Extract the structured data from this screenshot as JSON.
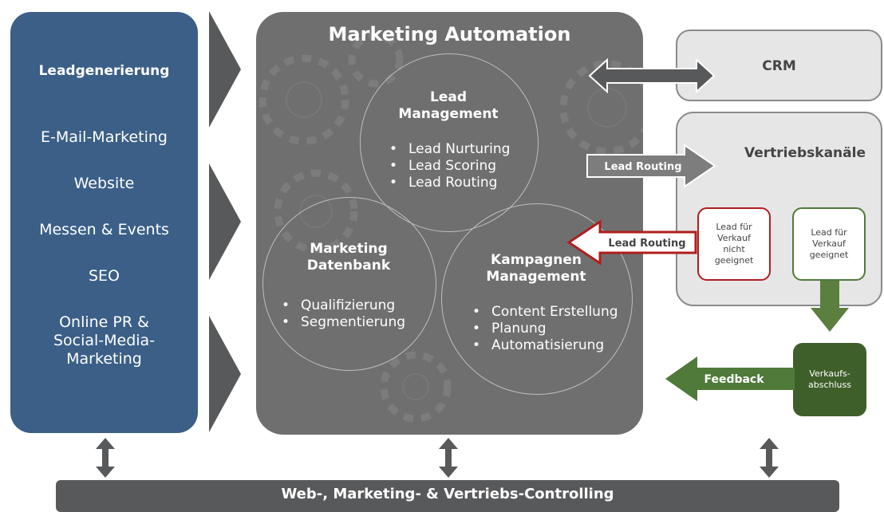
{
  "left_panel": {
    "title": "Leadgenerierung",
    "items": [
      "E-Mail-Marketing",
      "Website",
      "Messen & Events",
      "SEO",
      "Online PR &",
      "Social-Media-",
      "Marketing"
    ]
  },
  "marketing_automation": {
    "title": "Marketing Automation",
    "lead_management": {
      "title_line1": "Lead",
      "title_line2": "Management",
      "items": [
        "Lead Nurturing",
        "Lead Scoring",
        "Lead Routing"
      ]
    },
    "datenbank": {
      "title_line1": "Marketing",
      "title_line2": "Datenbank",
      "items": [
        "Qualifizierung",
        "Segmentierung"
      ]
    },
    "kampagnen": {
      "title_line1": "Kampagnen",
      "title_line2": "Management",
      "items": [
        "Content Erstellung",
        "Planung",
        "Automatisierung"
      ]
    }
  },
  "crm": {
    "label": "CRM"
  },
  "vertrieb": {
    "label": "Vertriebskanäle",
    "lead_not_suitable": [
      "Lead für",
      "Verkauf",
      "nicht",
      "geeignet"
    ],
    "lead_suitable": [
      "Lead für",
      "Verkauf",
      "geeignet"
    ]
  },
  "arrows": {
    "routing_out": "Lead Routing",
    "routing_back": "Lead Routing",
    "feedback": "Feedback"
  },
  "verkaufsabschluss": [
    "Verkaufs-",
    "abschluss"
  ],
  "controlling": {
    "label": "Web-, Marketing- & Vertriebs-Controlling"
  },
  "colors": {
    "blue": "#3b5f87",
    "ma_grey": "#6f6f6f",
    "dark_grey": "#58595b",
    "light_grey": "#e6e6e6",
    "red": "#b01e1e",
    "green": "#4f7a3a",
    "dark_green": "#3f5f2a"
  }
}
